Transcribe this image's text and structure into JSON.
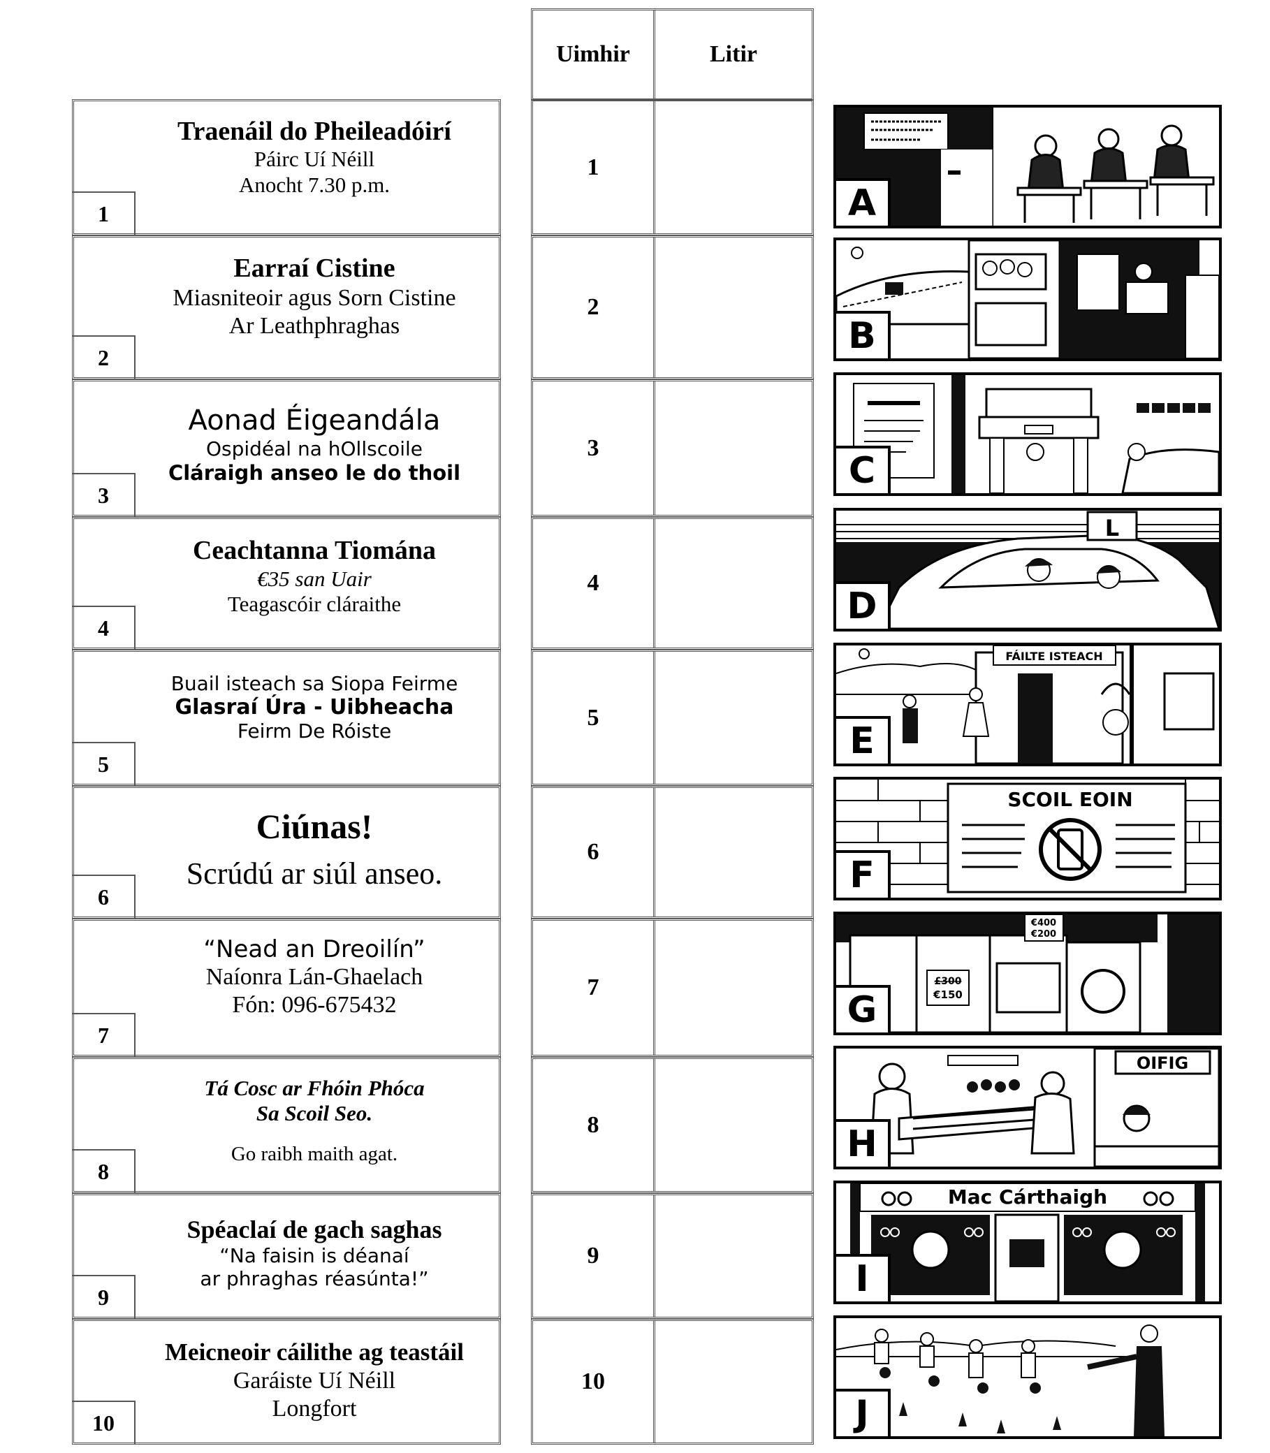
{
  "header": {
    "col_number": "Uimhir",
    "col_letter": "Litir"
  },
  "notices": [
    {
      "number": "1",
      "lines": [
        "Traenáil do Pheileadóirí",
        "Páirc Uí Néill",
        "Anocht 7.30 p.m."
      ]
    },
    {
      "number": "2",
      "lines": [
        "Earraí Cistine",
        "Miasniteoir agus Sorn Cistine",
        "Ar Leathphraghas"
      ]
    },
    {
      "number": "3",
      "lines": [
        "Aonad Éigeandála",
        "Ospidéal na hOllscoile",
        "Cláraigh anseo le do thoil"
      ]
    },
    {
      "number": "4",
      "lines": [
        "Ceachtanna Tiomána",
        "€35 san Uair",
        "Teagascóir cláraithe"
      ]
    },
    {
      "number": "5",
      "lines": [
        "Buail isteach sa Siopa Feirme",
        "Glasraí Úra - Uibheacha",
        "Feirm De Róiste"
      ]
    },
    {
      "number": "6",
      "lines": [
        "Ciúnas!",
        "Scrúdú ar siúl anseo."
      ]
    },
    {
      "number": "7",
      "lines": [
        "“Nead an Dreoilín”",
        "Naíonra Lán-Ghaelach",
        "Fón: 096-675432"
      ]
    },
    {
      "number": "8",
      "lines": [
        "Tá Cosc ar Fhóin Phóca",
        "Sa Scoil Seo.",
        "Go raibh maith agat."
      ]
    },
    {
      "number": "9",
      "lines": [
        "Spéaclaí de gach saghas",
        "“Na faisin is déanaí",
        "ar phraghas réasúnta!”"
      ]
    },
    {
      "number": "10",
      "lines": [
        "Meicneoir cáilithe ag teastáil",
        "Garáiste Uí Néill",
        "Longfort"
      ]
    }
  ],
  "answer_rows": [
    {
      "number": "1",
      "letter": ""
    },
    {
      "number": "2",
      "letter": ""
    },
    {
      "number": "3",
      "letter": ""
    },
    {
      "number": "4",
      "letter": ""
    },
    {
      "number": "5",
      "letter": ""
    },
    {
      "number": "6",
      "letter": ""
    },
    {
      "number": "7",
      "letter": ""
    },
    {
      "number": "8",
      "letter": ""
    },
    {
      "number": "9",
      "letter": ""
    },
    {
      "number": "10",
      "letter": ""
    }
  ],
  "pictures": [
    {
      "letter": "A",
      "scene": "classroom"
    },
    {
      "letter": "B",
      "scene": "farm-shop"
    },
    {
      "letter": "C",
      "scene": "garage"
    },
    {
      "letter": "D",
      "scene": "driving-lesson"
    },
    {
      "letter": "E",
      "scene": "naionra",
      "sign": "FÁILTE ISTEACH"
    },
    {
      "letter": "F",
      "scene": "school-sign",
      "sign": "SCOIL EOIN"
    },
    {
      "letter": "G",
      "scene": "kitchen-appliances",
      "tags": [
        "€400",
        "€200",
        "£300",
        "€150"
      ]
    },
    {
      "letter": "H",
      "scene": "hospital",
      "sign": "OIFIG"
    },
    {
      "letter": "I",
      "scene": "optician",
      "sign": "Mac Cárthaigh"
    },
    {
      "letter": "J",
      "scene": "football-training"
    }
  ]
}
